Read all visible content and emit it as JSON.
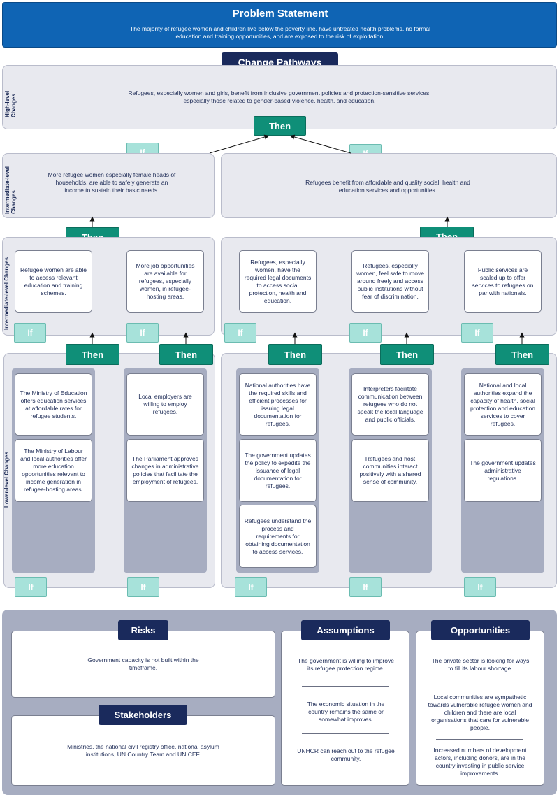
{
  "problem": {
    "title": "Problem Statement",
    "text": "The majority of refugee women and children live below the poverty line, have untreated health problems, no formal education and training opportunities, and are exposed to the risk of exploitation."
  },
  "pathways": {
    "title": "Change Pathways",
    "high_label": "High-level Changes",
    "high_text": "Refugees, especially women and girls, benefit from inclusive government policies and  protection-sensitive services, especially those related to gender-based violence, health, and education.",
    "intermediate_label": "Intermediate-level Changes",
    "intermediate_left": "More refugee women especially female heads of households, are able to safely generate an income to sustain their basic needs.",
    "intermediate_right": "Refugees benefit from affordable and quality social, health and education services and opportunities.",
    "intermediate2_label": "Intermediate-level Changes",
    "int2_boxes": [
      "Refugee women are able to access relevant education and training schemes.",
      "More job opportunities are available for refugees, especially women, in refugee-hosting areas.",
      "Refugees, especially women, have the required legal documents to access social protection, health and education.",
      "Refugees, especially women, feel safe to move around freely and access public institutions without fear of discrimination.",
      "Public services are scaled up to offer services to refugees on par with nationals."
    ],
    "lower_label": "Lower-level Changes",
    "lower_cols": [
      [
        "The Ministry of Education offers education services at affordable rates for refugee students.",
        "The Ministry of Labour and local authorities offer more education opportunities relevant to income generation in refugee-hosting areas."
      ],
      [
        "Local employers are willing to employ refugees.",
        "The Parliament approves changes in administrative policies that facilitate the employment of refugees."
      ],
      [
        "National authorities have the required skills and efficient processes for issuing legal documentation for refugees.",
        "The government updates the policy to expedite the issuance of legal documentation for refugees.",
        "Refugees understand the process and requirements for obtaining documentation to access services."
      ],
      [
        "Interpreters facilitate communication between refugees who do not speak the local language and public officials.",
        "Refugees and host communities interact positively with a shared sense of community."
      ],
      [
        "National and local authorities expand the capacity of health, social protection and education services to cover refugees.",
        "The government updates administrative regulations."
      ]
    ],
    "then_label": "Then",
    "if_label": "If"
  },
  "risks": {
    "title": "Risks",
    "text": "Government capacity is not built within the timeframe."
  },
  "stakeholders": {
    "title": "Stakeholders",
    "text": "Ministries, the national civil registry office, national asylum institutions, UN Country Team and UNICEF."
  },
  "assumptions": {
    "title": "Assumptions",
    "items": [
      "The government is willing to improve its refugee protection regime.",
      "The economic situation in the country remains the same or somewhat improves.",
      "UNHCR can reach out to the refugee community."
    ]
  },
  "opportunities": {
    "title": "Opportunities",
    "items": [
      "The private sector is looking for ways to fill its labour shortage.",
      "Local communities are sympathetic towards vulnerable refugee women and children and there are local organisations that care for vulnerable people.",
      "Increased numbers of development actors, including donors, are in the country investing in public service improvements."
    ]
  },
  "colors": {
    "problem_bg": "#0f64b4",
    "navy": "#1a2a5c",
    "then_green": "#0f8f78",
    "if_mint": "#a7e2da",
    "panel_grey": "#e8e9ef",
    "column_grey": "#a7adc1"
  }
}
